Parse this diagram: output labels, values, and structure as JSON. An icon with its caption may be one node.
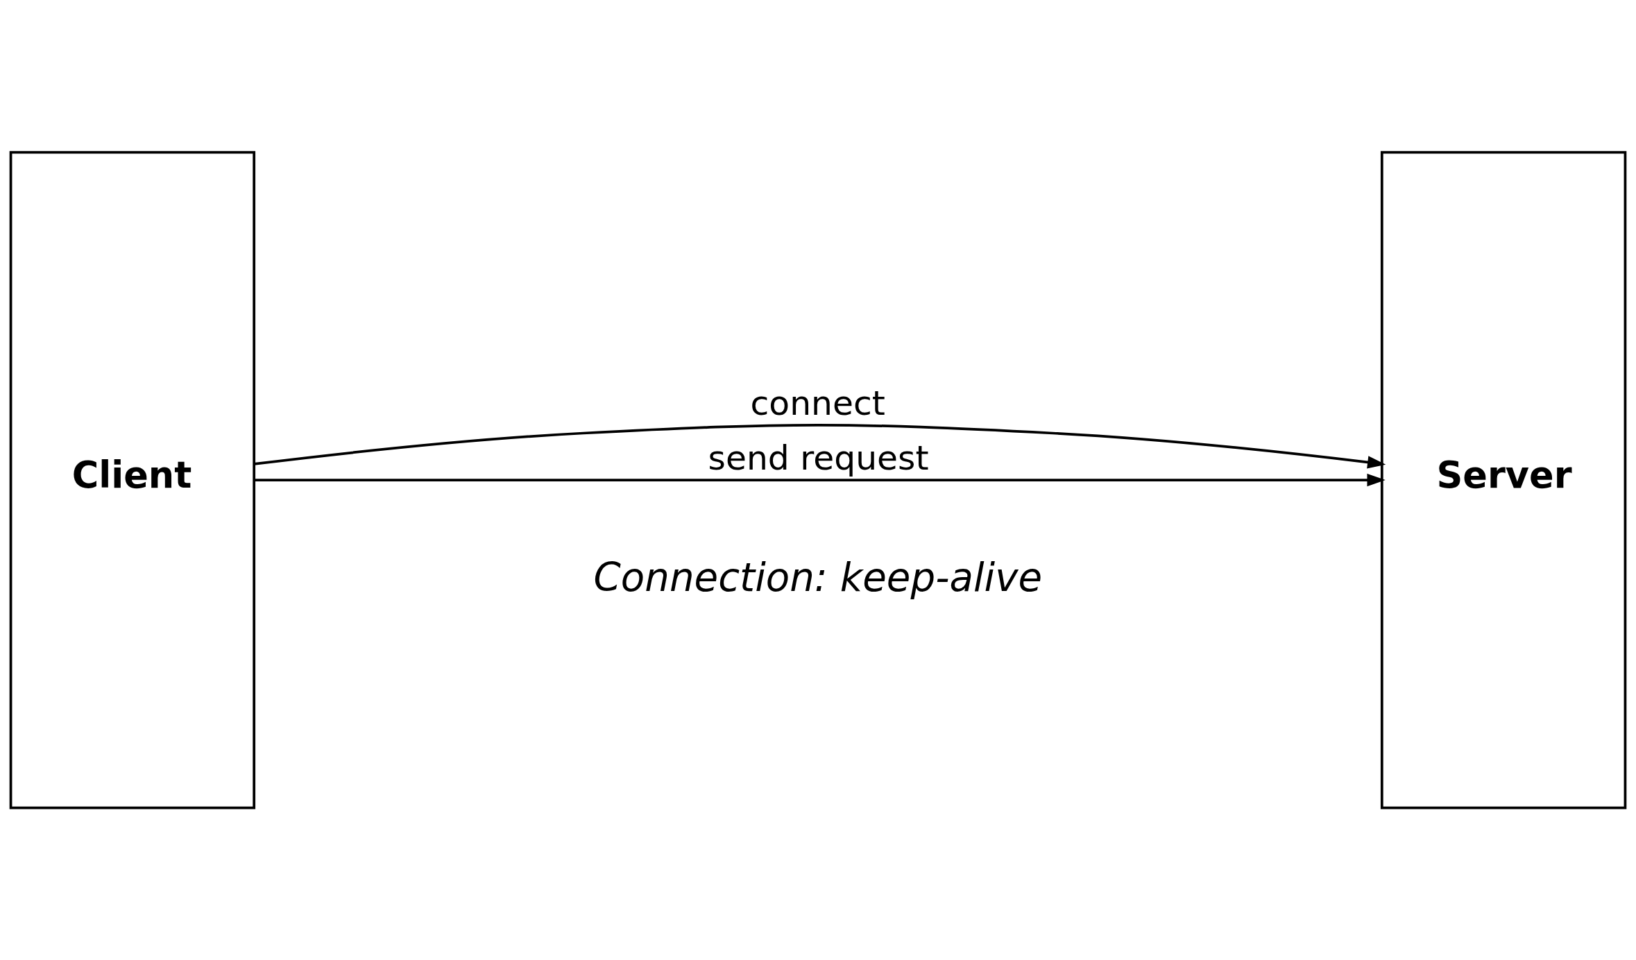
{
  "diagram": {
    "nodes": [
      {
        "text": [
          "Client"
        ]
      },
      {
        "text": [
          "Server"
        ]
      }
    ],
    "edges": [
      {
        "from": 0,
        "to": 1,
        "arrow": "to",
        "label": "connect"
      },
      {
        "from": 0,
        "to": 1,
        "arrow": "to",
        "label": "send request"
      }
    ],
    "labels": [
      "Connection: keep-alive"
    ]
  }
}
